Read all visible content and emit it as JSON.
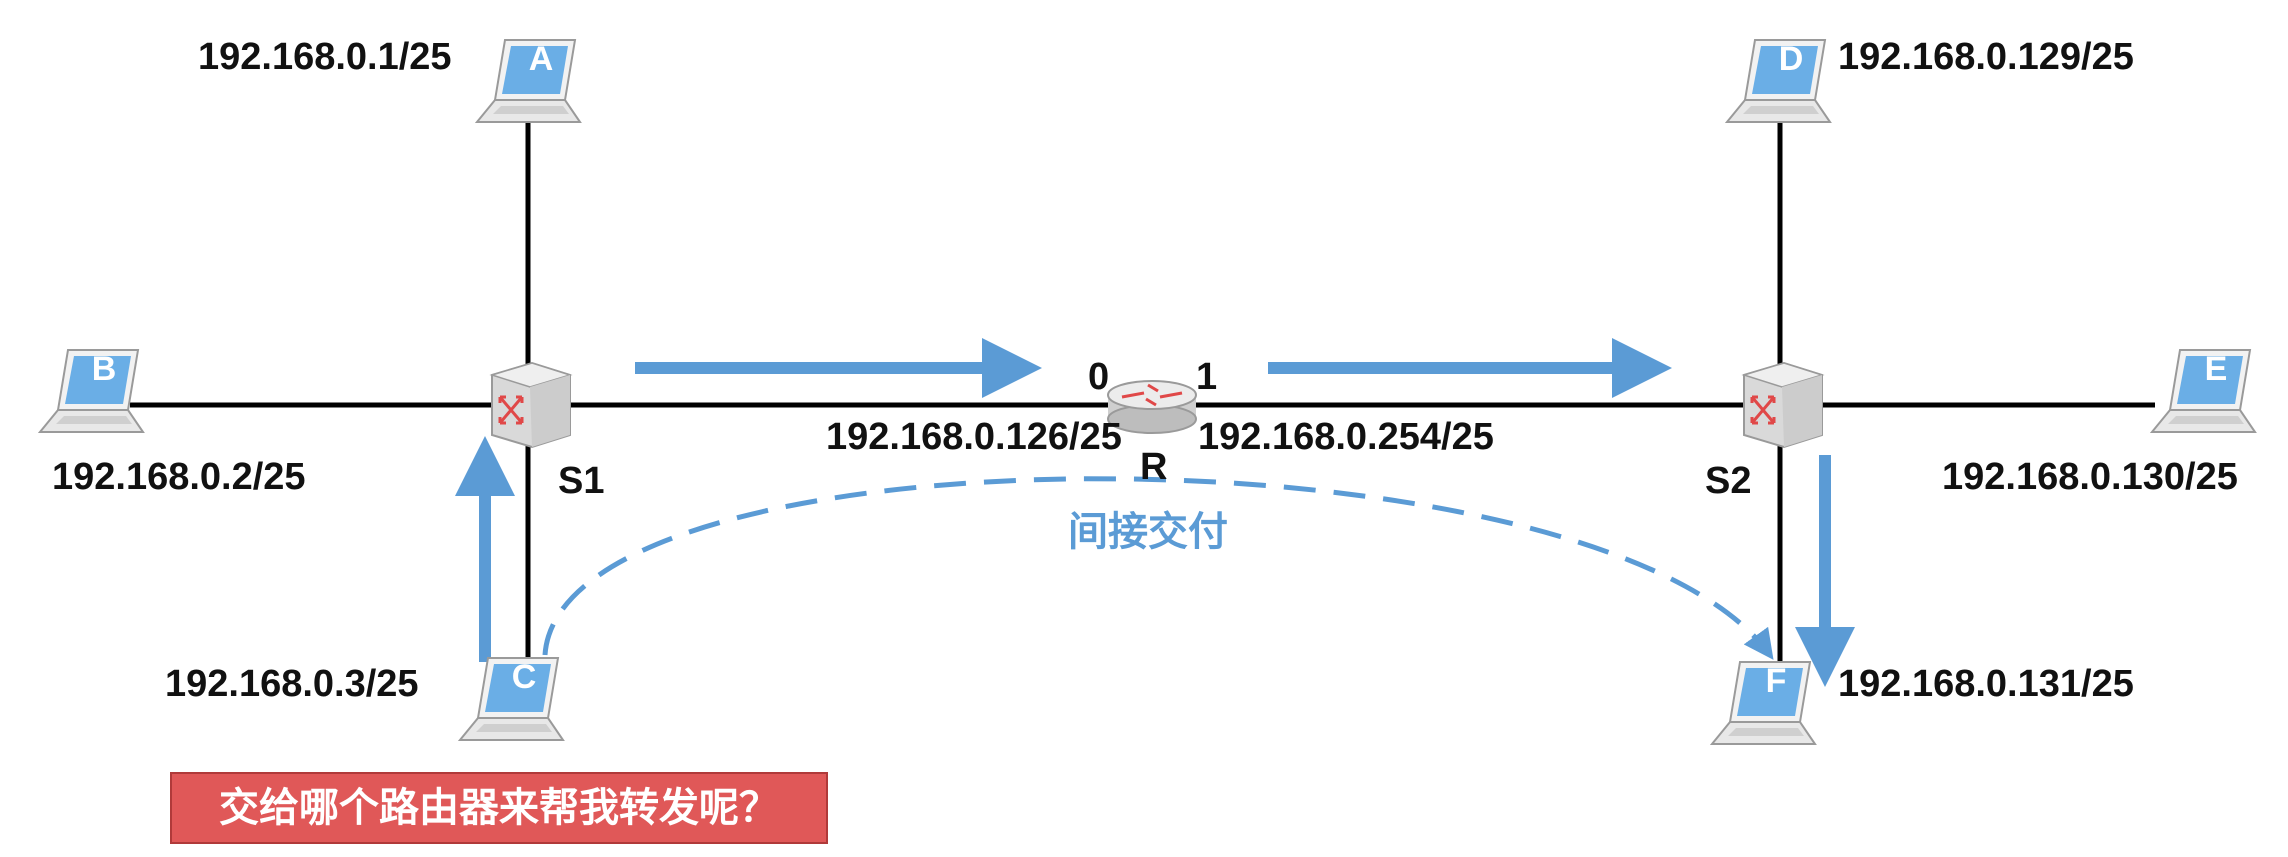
{
  "hosts": {
    "A": {
      "letter": "A",
      "ip": "192.168.0.1/25"
    },
    "B": {
      "letter": "B",
      "ip": "192.168.0.2/25"
    },
    "C": {
      "letter": "C",
      "ip": "192.168.0.3/25"
    },
    "D": {
      "letter": "D",
      "ip": "192.168.0.129/25"
    },
    "E": {
      "letter": "E",
      "ip": "192.168.0.130/25"
    },
    "F": {
      "letter": "F",
      "ip": "192.168.0.131/25"
    }
  },
  "switches": {
    "S1": {
      "label": "S1"
    },
    "S2": {
      "label": "S2"
    }
  },
  "router": {
    "label": "R",
    "port0": "0",
    "port1": "1",
    "ip0": "192.168.0.126/25",
    "ip1": "192.168.0.254/25"
  },
  "annotation": "间接交付",
  "question": "交给哪个路由器来帮我转发呢？",
  "colors": {
    "link": "#000000",
    "arrow": "#5b9bd5",
    "question_bg": "#e05858",
    "laptop_screen": "#6aaee6",
    "switch_arrows": "#e04848",
    "router_arrows": "#e04848"
  },
  "icons": {
    "host": "laptop-icon",
    "switch": "switch-icon",
    "router": "router-icon"
  }
}
